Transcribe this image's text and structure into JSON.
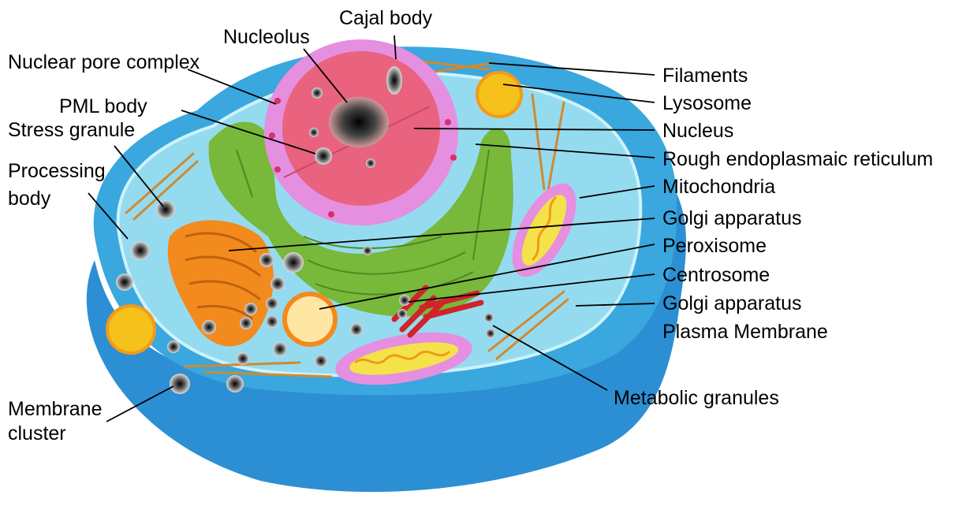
{
  "labels": {
    "cajal_body": "Cajal body",
    "nucleolus": "Nucleolus",
    "nuclear_pore_complex": "Nuclear pore complex",
    "pml_body": "PML body",
    "stress_granule": "Stress granule",
    "processing_body_line1": "Processing",
    "processing_body_line2": "body",
    "membrane_cluster_line1": "Membrane",
    "membrane_cluster_line2": "cluster",
    "filaments": "Filaments",
    "lysosome": "Lysosome",
    "nucleus": "Nucleus",
    "rough_er": "Rough endoplasmaic reticulum",
    "mitochondria": "Mitochondria",
    "golgi_apparatus_1": "Golgi apparatus",
    "peroxisome": "Peroxisome",
    "centrosome": "Centrosome",
    "golgi_apparatus_2": "Golgi apparatus",
    "plasma_membrane": "Plasma Membrane",
    "metabolic_granules": "Metabolic granules"
  },
  "colors": {
    "outer_membrane": "#3aa7de",
    "cytoplasm": "#8fd8ee",
    "nucleus_envelope": "#e58fe0",
    "nucleus": "#e9637e",
    "nucleolus": "#2a2a2a",
    "rough_er": "#78b83a",
    "golgi": "#f28a1e",
    "mitochondria_outer": "#e58fe0",
    "mitochondria_inner": "#f4e24a",
    "lysosome": "#f4c21a",
    "centrosome": "#d0232a",
    "filaments": "#d08a30",
    "granule": "#555555"
  }
}
